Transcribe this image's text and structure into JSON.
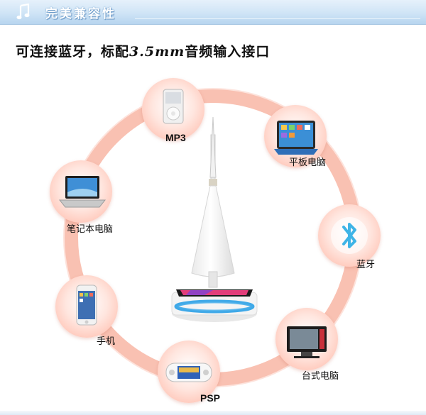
{
  "header": {
    "title": "完美兼容性"
  },
  "subtitle": {
    "prefix": "可连接蓝牙，标配",
    "spec": "3.5mm",
    "suffix": "音频输入接口"
  },
  "devices": [
    {
      "id": "mp3",
      "label": "MP3",
      "icon": "mp3-player-icon"
    },
    {
      "id": "tablet",
      "label": "平板电脑",
      "icon": "tablet-icon"
    },
    {
      "id": "bluetooth",
      "label": "蓝牙",
      "icon": "bluetooth-icon"
    },
    {
      "id": "desktop",
      "label": "台式电脑",
      "icon": "desktop-monitor-icon"
    },
    {
      "id": "psp",
      "label": "PSP",
      "icon": "psp-console-icon"
    },
    {
      "id": "phone",
      "label": "手机",
      "icon": "smartphone-icon"
    },
    {
      "id": "laptop",
      "label": "笔记本电脑",
      "icon": "laptop-icon"
    }
  ],
  "colors": {
    "ring": "#f9b9a8",
    "header": "#cfe4f6",
    "bluetooth": "#3fb4e6"
  }
}
